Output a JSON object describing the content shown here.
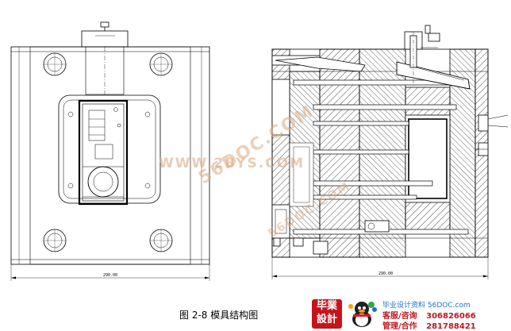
{
  "figure": {
    "caption": "图 2-8  模具结构图",
    "left_view_dimension": "290.00",
    "right_view_dimension": "290.00"
  },
  "watermarks": {
    "site_1": "56DOC.COM",
    "site_2": "WWW.2BYS.COM",
    "site_3": "56DOC.COM"
  },
  "brand": {
    "seal_text": "毕業設計",
    "tagline": "毕业设计资料 56DOC.com",
    "service_label": "客服/咨询",
    "service_number": "306826066",
    "manage_label": "管理/合作",
    "manage_number": "281788421"
  },
  "colors": {
    "line": "#000000",
    "hatch": "#000000",
    "watermark": "#d9a37a",
    "brand_red": "#c2171f",
    "brand_blue": "#1e6fd6"
  }
}
